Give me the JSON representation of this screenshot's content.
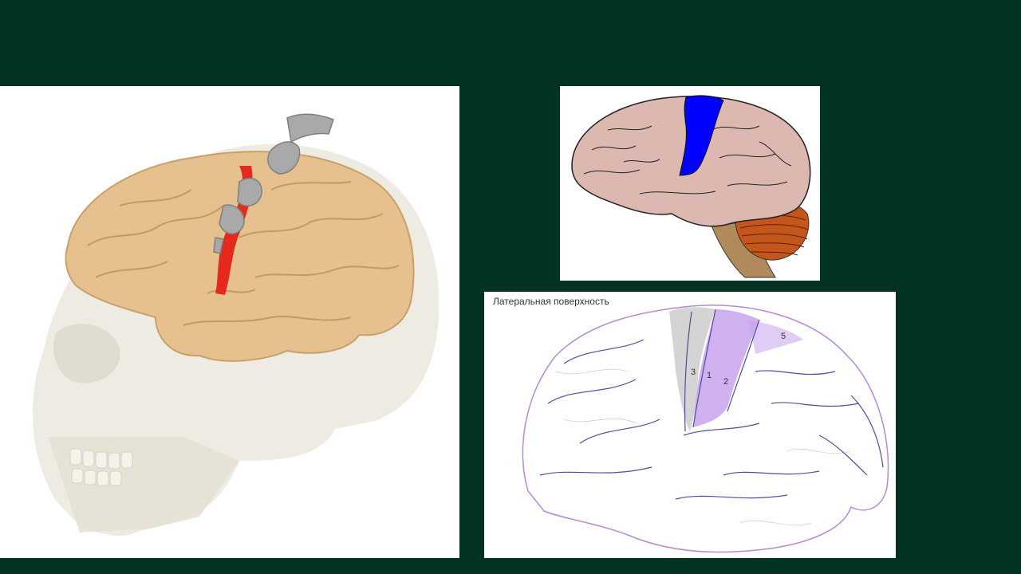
{
  "figures": {
    "homunculus_brain": {
      "icon": "brain-in-skull-homunculus-illustration",
      "colors": {
        "skull": "#ece9df",
        "brain": "#e6c08e",
        "motor_strip": "#e32a1c",
        "homunculus": "#a9a9a9"
      }
    },
    "lateral_brain_diagram": {
      "icon": "brain-lateral-diagram",
      "colors": {
        "cortex": "#dcb8b0",
        "highlight_gyrus": "#0000ff",
        "cerebellum": "#c4561c",
        "brainstem": "#b08a5a"
      }
    },
    "lateral_surface_map": {
      "icon": "cortex-lateral-surface-map",
      "caption": "Латеральная поверхность",
      "zones": [
        "3",
        "1",
        "2",
        "5"
      ],
      "colors": {
        "highlight": "#c7a3ec",
        "grey_area": "#cccccc",
        "outline": "#4a4f9a"
      }
    }
  },
  "theme": {
    "background": "#023322"
  }
}
